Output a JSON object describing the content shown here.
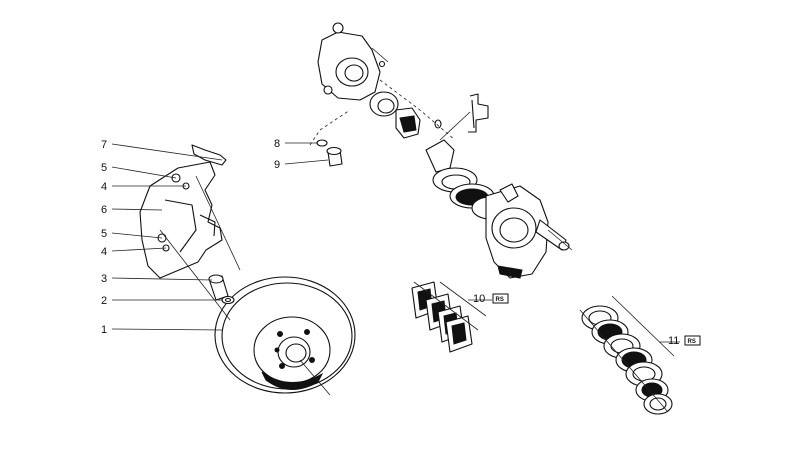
{
  "callouts": [
    {
      "id": "c7",
      "text": "7"
    },
    {
      "id": "c5a",
      "text": "5"
    },
    {
      "id": "c4a",
      "text": "4"
    },
    {
      "id": "c6",
      "text": "6"
    },
    {
      "id": "c5b",
      "text": "5"
    },
    {
      "id": "c4b",
      "text": "4"
    },
    {
      "id": "c3",
      "text": "3"
    },
    {
      "id": "c2",
      "text": "2"
    },
    {
      "id": "c1",
      "text": "1"
    },
    {
      "id": "c8",
      "text": "8"
    },
    {
      "id": "c9",
      "text": "9"
    },
    {
      "id": "c10",
      "text": "10",
      "badge": "RS"
    },
    {
      "id": "c11",
      "text": "11",
      "badge": "RS"
    }
  ]
}
